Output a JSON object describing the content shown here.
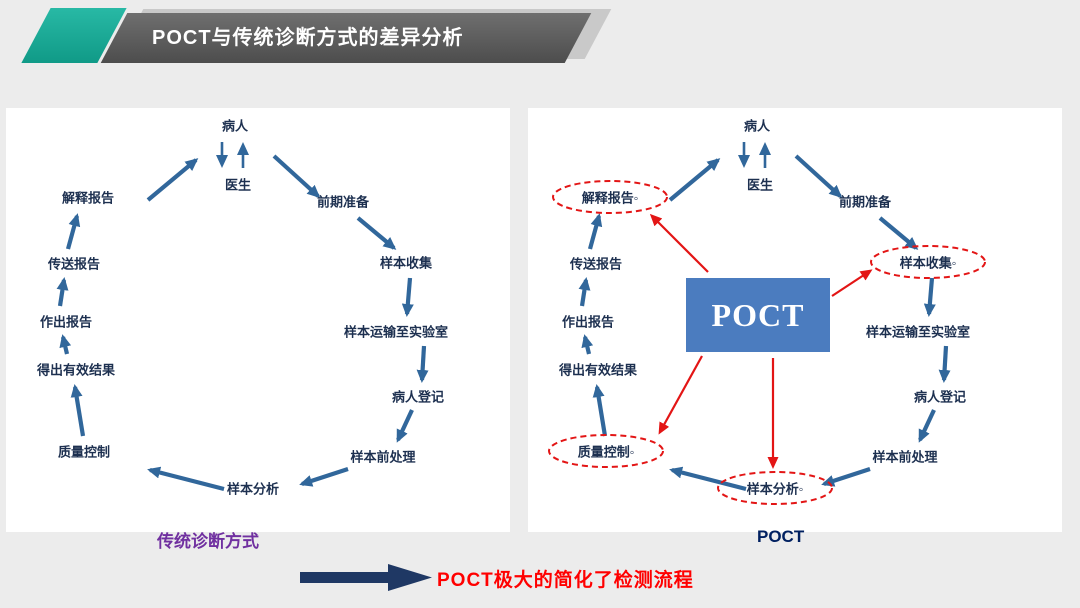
{
  "header": {
    "title": "POCT与传统诊断方式的差异分析"
  },
  "traditional": {
    "caption": "传统诊断方式",
    "nodes": {
      "patient": "病人",
      "doctor": "医生",
      "prep": "前期准备",
      "collect": "样本收集",
      "transport": "样本运输至实验室",
      "register": "病人登记",
      "pretreat": "样本前处理",
      "analyze": "样本分析",
      "qc": "质量控制",
      "results": "得出有效结果",
      "report": "作出报告",
      "send": "传送报告",
      "interpret": "解释报告"
    }
  },
  "poct": {
    "caption": "POCT",
    "center_label": "POCT",
    "nodes": {
      "patient": "病人",
      "doctor": "医生",
      "prep": "前期准备",
      "collect": "样本收集◦",
      "transport": "样本运输至实验室",
      "register": "病人登记",
      "pretreat": "样本前处理",
      "analyze": "样本分析◦",
      "qc": "质量控制◦",
      "results": "得出有效结果",
      "report": "作出报告",
      "send": "传送报告",
      "interpret": "解释报告◦"
    },
    "highlighted_steps": [
      "解释报告",
      "样本收集",
      "质量控制",
      "样本分析"
    ]
  },
  "footer": {
    "conclusion": "POCT极大的简化了检测流程"
  },
  "colors": {
    "accent_teal": "#1fae9b",
    "header_gray": "#58595b",
    "arrow_blue": "#31679b",
    "poct_box_blue": "#4b7cbf",
    "highlight_red": "#e31515",
    "caption_purple": "#7030a0",
    "caption_blue": "#002060",
    "conclusion_red": "#ff0000",
    "footer_arrow_navy": "#1f3864"
  }
}
